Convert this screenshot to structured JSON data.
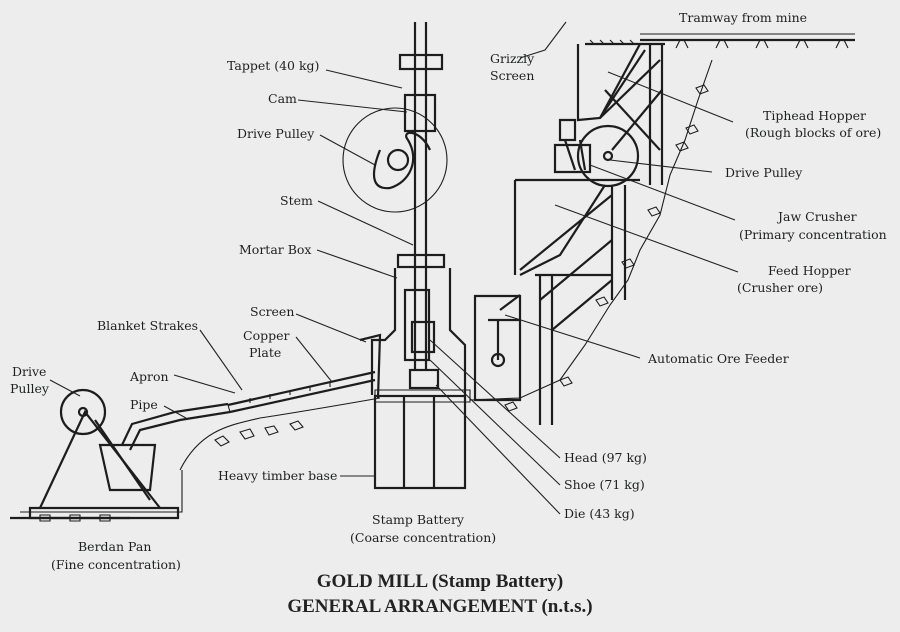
{
  "title": {
    "line1": "GOLD MILL (Stamp Battery)",
    "line2": "GENERAL ARRANGEMENT (n.t.s.)"
  },
  "labels": {
    "tramway": "Tramway from mine",
    "grizzly1": "Grizzly",
    "grizzly2": "Screen",
    "tappet": "Tappet (40 kg)",
    "cam": "Cam",
    "drive_pulley_main": "Drive Pulley",
    "stem": "Stem",
    "mortar_box": "Mortar Box",
    "screen": "Screen",
    "blanket_strakes": "Blanket Strakes",
    "copper1": "Copper",
    "copper2": "Plate",
    "drive_left1": "Drive",
    "drive_left2": "Pulley",
    "apron": "Apron",
    "pipe": "Pipe",
    "heavy_base": "Heavy timber base",
    "tiphead1": "Tiphead Hopper",
    "tiphead2": "(Rough blocks of ore)",
    "drive_pulley_right": "Drive Pulley",
    "jaw1": "Jaw Crusher",
    "jaw2": "(Primary concentration",
    "feed1": "Feed Hopper",
    "feed2": "(Crusher ore)",
    "auto_feeder": "Automatic Ore Feeder",
    "head": "Head (97 kg)",
    "shoe": "Shoe (71 kg)",
    "die": "Die (43 kg)",
    "stamp1": "Stamp Battery",
    "stamp2": "(Coarse concentration)",
    "berdan1": "Berdan Pan",
    "berdan2": "(Fine concentration)"
  },
  "colors": {
    "ink": "#1d1d1d",
    "paper": "#ecedec"
  }
}
